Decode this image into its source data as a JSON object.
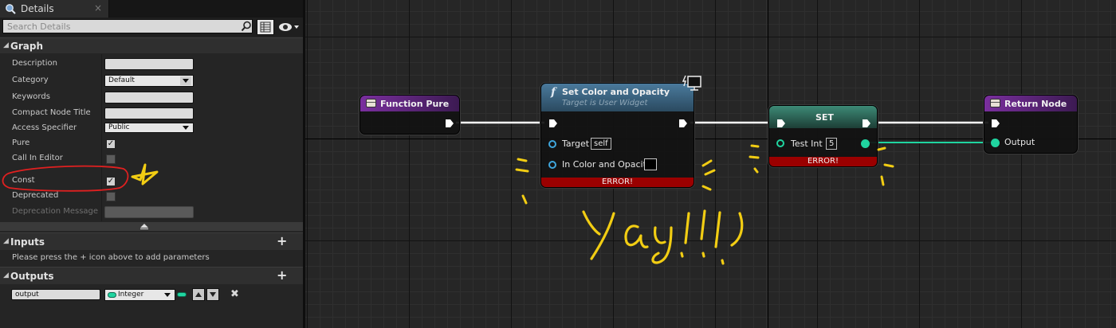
{
  "details": {
    "tab_label": "Details",
    "tab_close": "×",
    "search_placeholder": "Search Details",
    "graph_section": {
      "title": "Graph",
      "fields": {
        "description": "Description",
        "category": "Category",
        "category_value": "Default",
        "keywords": "Keywords",
        "compact_node_title": "Compact Node Title",
        "access_specifier": "Access Specifier",
        "access_value": "Public",
        "pure": "Pure",
        "call_in_editor": "Call In Editor",
        "const": "Const",
        "deprecated": "Deprecated",
        "deprecation_message": "Deprecation Message"
      },
      "checks": {
        "pure": true,
        "call_in_editor": false,
        "const": true,
        "deprecated": false
      }
    },
    "inputs_section": {
      "title": "Inputs",
      "hint": "Please press the + icon above to add parameters"
    },
    "outputs_section": {
      "title": "Outputs",
      "param_name": "output",
      "param_type": "Integer"
    },
    "plus": "+",
    "delete": "✖",
    "checkmark": "✓"
  },
  "graph": {
    "function_pure": {
      "title": "Function Pure",
      "header_color": "#6d2890"
    },
    "set_color": {
      "title": "Set Color and Opacity",
      "subtitle": "Target is User Widget",
      "func_glyph": "f",
      "header_color": "#3d6684",
      "target_label": "Target",
      "target_value": "self",
      "color_label": "In Color and Opacity",
      "error": "ERROR!"
    },
    "set_node": {
      "title": "SET",
      "header_color": "#2f6b5d",
      "var_label": "Test Int",
      "var_value": "5",
      "error": "ERROR!"
    },
    "return_node": {
      "title": "Return Node",
      "header_color": "#6d2890",
      "output_label": "Output"
    }
  },
  "annotation": {
    "text": "Yay",
    "color": "#f2cd13"
  },
  "colors": {
    "exec_wire": "#ffffff",
    "int_wire": "#20d5a0",
    "object_pin": "#3fa6dc",
    "error": "#9b0000",
    "annotation": "#f2cd13",
    "highlight_circle": "#e02020"
  }
}
